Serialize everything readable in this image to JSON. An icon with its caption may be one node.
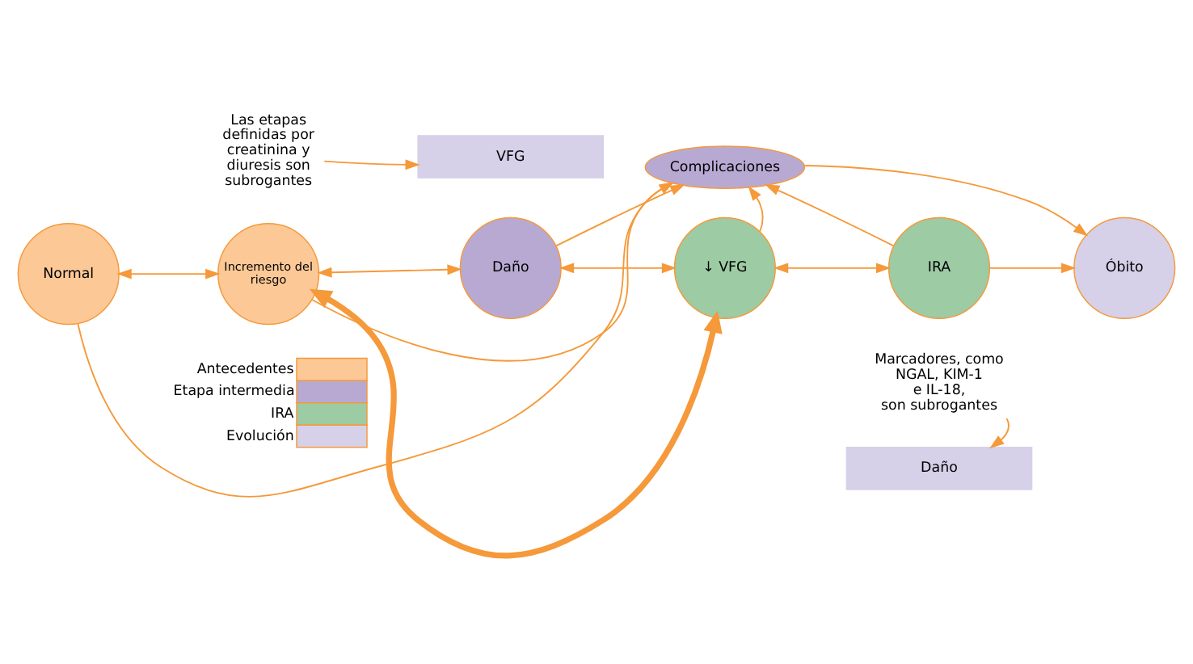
{
  "diagram": {
    "nodes": [
      {
        "text": [
          "Las etapas definidas por creatinina y diuresis son subrogantes"
        ]
      },
      {
        "text": [
          "Complicaciones"
        ]
      },
      {
        "text": [
          "VFG"
        ]
      },
      {
        "text": [
          "Normal"
        ]
      },
      {
        "text": [
          "Incremento del riesgo"
        ]
      },
      {
        "text": [
          "Daño"
        ]
      },
      {
        "text": [
          "↓ VFG"
        ]
      },
      {
        "text": [
          "IRA"
        ]
      },
      {
        "text": [
          "Óbito"
        ]
      },
      {
        "text": [
          "Daño"
        ]
      },
      {
        "text": [
          "Marcadores, como NGAL, KIM-1 e IL-18, son subrogantes"
        ]
      }
    ],
    "edges": [
      {
        "from": 0,
        "to": 2,
        "arrow": "to"
      },
      {
        "from": 3,
        "to": 1,
        "arrow": "to"
      },
      {
        "from": 4,
        "to": 1,
        "arrow": "to"
      },
      {
        "from": 5,
        "to": 1,
        "arrow": "to"
      },
      {
        "from": 6,
        "to": 1,
        "arrow": "to"
      },
      {
        "from": 7,
        "to": 1,
        "arrow": "to"
      },
      {
        "from": 1,
        "to": 8,
        "arrow": "to"
      },
      {
        "from": 3,
        "to": 4,
        "arrow": "both"
      },
      {
        "from": 4,
        "to": 5,
        "arrow": "both"
      },
      {
        "from": 5,
        "to": 6,
        "arrow": "both"
      },
      {
        "from": 6,
        "to": 7,
        "arrow": "both"
      },
      {
        "from": 7,
        "to": 8,
        "arrow": "to"
      },
      {
        "from": 4,
        "to": 6,
        "arrow": "both",
        "style": "thick"
      },
      {
        "from": 10,
        "to": 9,
        "arrow": "to"
      }
    ],
    "legend": [
      {
        "text": "Antecedentes",
        "color": "#fcc896"
      },
      {
        "text": "Etapa intermedia",
        "color": "#b8a9d3"
      },
      {
        "text": "IRA",
        "color": "#9ccba4"
      },
      {
        "text": "Evolución",
        "color": "#d6d0e8"
      }
    ]
  }
}
